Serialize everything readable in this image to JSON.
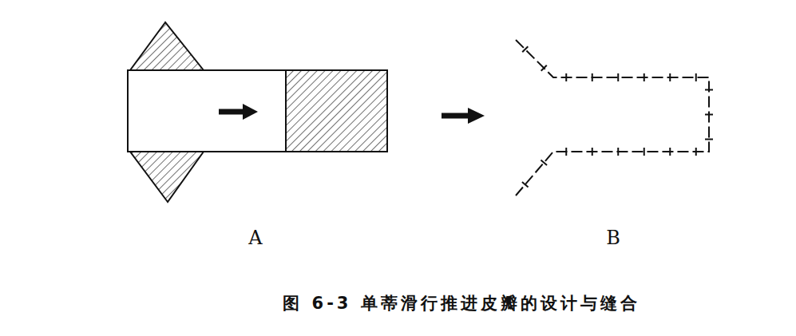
{
  "diagram": {
    "caption": "图 6-3 单蒂滑行推进皮瓣的设计与缝合",
    "labels": [
      "A",
      "B"
    ]
  }
}
